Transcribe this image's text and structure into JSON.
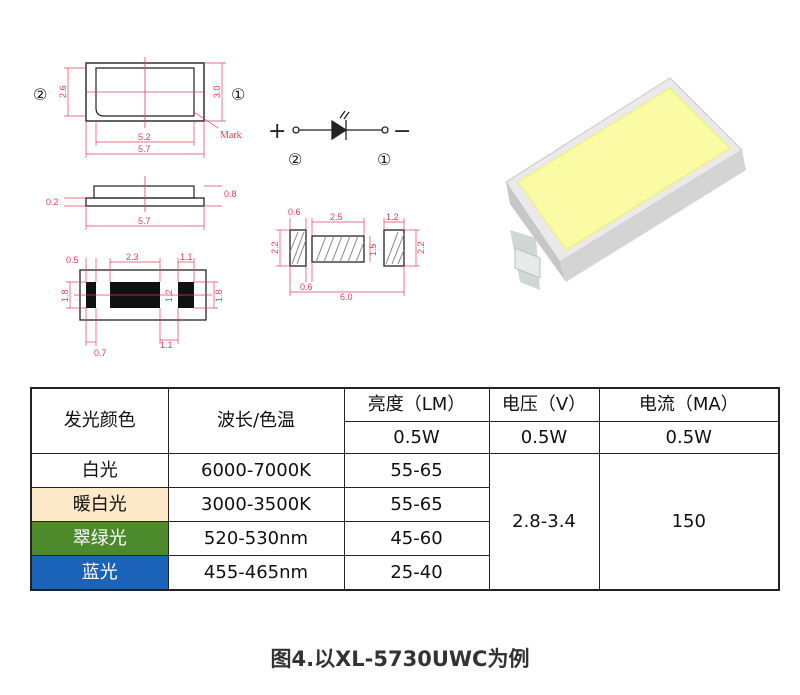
{
  "diagram": {
    "pin2": "②",
    "pin1": "①",
    "mark": "Mark",
    "plus": "+",
    "minus": "−",
    "dims": {
      "w_inner": "5.2",
      "w_outer": "5.7",
      "h_left": "2.6",
      "h_right": "3.0",
      "side_thick": "0.2",
      "side_h": "0.8",
      "side_w": "5.7",
      "pad_05": "0.5",
      "pad_23": "2.3",
      "pad_11a": "1.1",
      "pad_18l": "1.8",
      "pad_18r": "1.8",
      "pad_12": "1.2",
      "pad_07": "0.7",
      "pad_11b": "1.1",
      "fp_06a": "0.6",
      "fp_25": "2.5",
      "fp_12": "1.2",
      "fp_22l": "2.2",
      "fp_15": "1.5",
      "fp_22r": "2.2",
      "fp_06b": "0.6",
      "fp_60": "6.0"
    }
  },
  "table": {
    "header": {
      "color": "发光颜色",
      "wavelength": "波长/色温",
      "brightness": "亮度（LM）",
      "voltage": "电压（V）",
      "current": "电流（MA）",
      "power_b": "0.5W",
      "power_v": "0.5W",
      "power_c": "0.5W"
    },
    "rows": [
      {
        "color": "白光",
        "wavelength": "6000-7000K",
        "brightness": "55-65"
      },
      {
        "color": "暖白光",
        "wavelength": "3000-3500K",
        "brightness": "55-65"
      },
      {
        "color": "翠绿光",
        "wavelength": "520-530nm",
        "brightness": "45-60"
      },
      {
        "color": "蓝光",
        "wavelength": "455-465nm",
        "brightness": "25-40"
      }
    ],
    "voltage_value": "2.8-3.4",
    "current_value": "150",
    "row_colors": {
      "white": "#ffffff",
      "warm": "#fbe9c8",
      "green": "#4d8a2c",
      "blue": "#1b63b8"
    }
  },
  "caption": "图4.以XL-5730UWC为例"
}
